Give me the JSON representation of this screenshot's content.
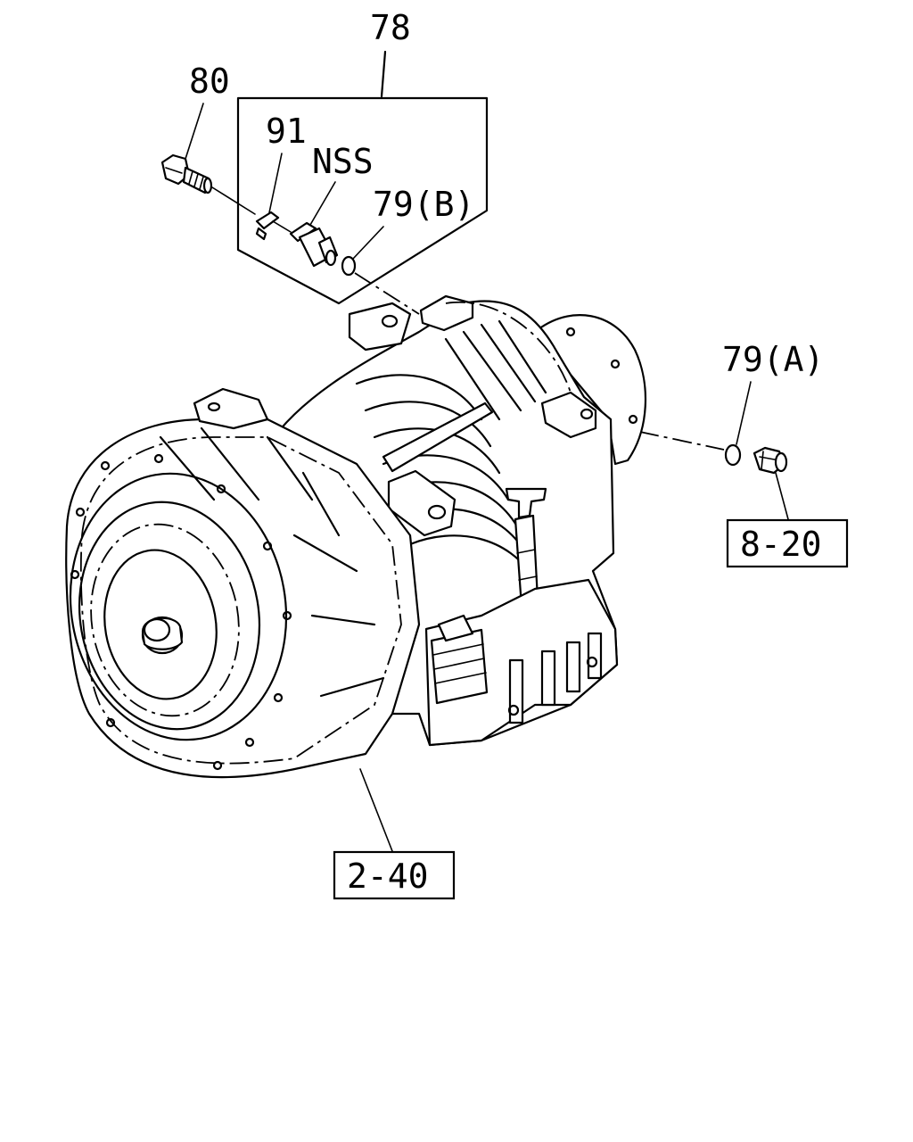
{
  "labels": {
    "assembly": "78",
    "bolt": "80",
    "bracket": "91",
    "sensor": "NSS",
    "oring_b": "79(B)",
    "oring_a": "79(A)",
    "plug_ref": "8-20",
    "transmission_ref": "2-40"
  }
}
